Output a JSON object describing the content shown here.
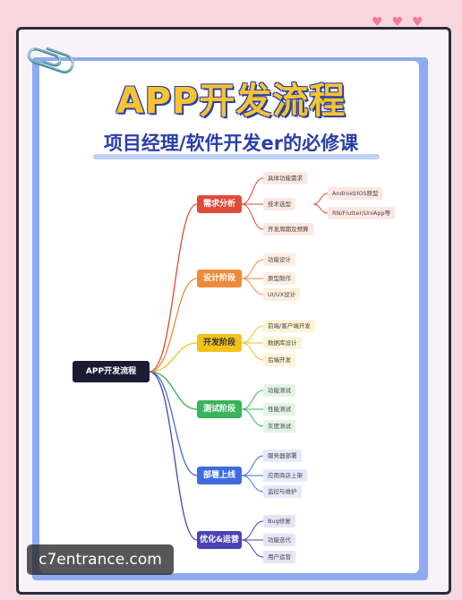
{
  "title": "APP开发流程",
  "subtitle": "项目经理/软件开发er的必修课",
  "watermark": "c7entrance.com",
  "mindmap": {
    "root": "APP开发流程",
    "branches": [
      {
        "label": "需求分析",
        "color": "#e04a3a",
        "leaves": [
          "具体功能需求",
          "技术选型",
          "开发周期及预算"
        ],
        "subleaves": [
          "Android/IOS原型",
          "RN/Flutter/UniApp等"
        ]
      },
      {
        "label": "设计阶段",
        "color": "#ef8a3a",
        "leaves": [
          "功能设计",
          "原型制作",
          "UI/UX设计"
        ]
      },
      {
        "label": "开发阶段",
        "color": "#f2c21c",
        "leaves": [
          "前端/客户端开发",
          "数据库设计",
          "后端开发"
        ]
      },
      {
        "label": "测试阶段",
        "color": "#39b45a",
        "leaves": [
          "功能测试",
          "性能测试",
          "灰度测试"
        ]
      },
      {
        "label": "部署上线",
        "color": "#3f6de0",
        "leaves": [
          "服务器部署",
          "应用商店上架",
          "监控与维护"
        ]
      },
      {
        "label": "优化&运营",
        "color": "#4a43b8",
        "leaves": [
          "Bug修复",
          "功能迭代",
          "用户运营"
        ]
      }
    ]
  }
}
